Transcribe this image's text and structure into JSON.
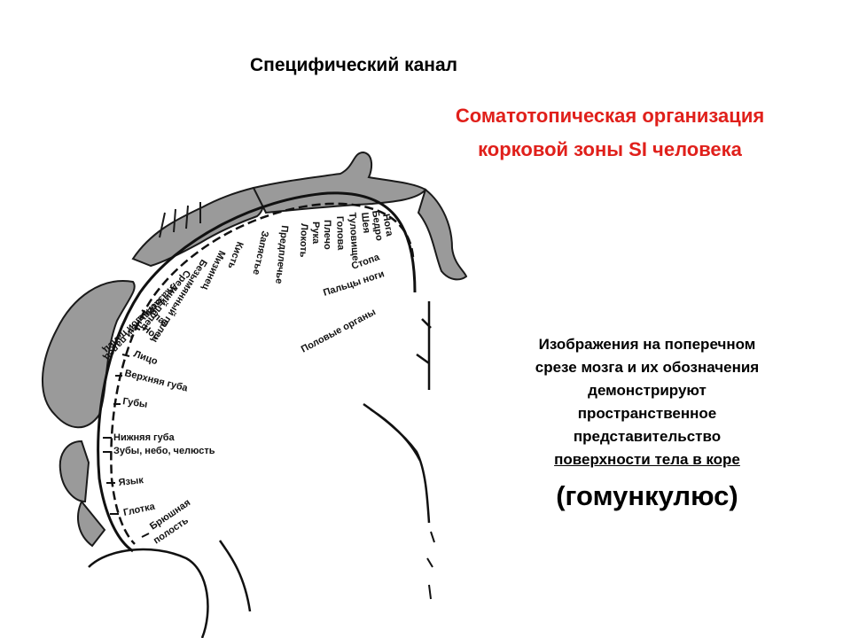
{
  "title": "Специфический канал",
  "subtitle": {
    "line1": "Соматотопическая организация",
    "line2": "корковой зоны SI человека",
    "color": "#e0201b"
  },
  "description": {
    "lines": [
      "Изображения на поперечном",
      "срезе мозга и их обозначения",
      "демонстрируют",
      "пространственное",
      "представительство"
    ],
    "underlined": "поверхности тела в коре",
    "emphasis": "(гомункулюс)"
  },
  "diagram": {
    "labels": {
      "foot": "Стопа",
      "toes": "Пальцы ноги",
      "genitals": "Половые органы",
      "leg": "Нога",
      "thigh": "Бедро",
      "trunk": "Туловище",
      "neck": "Шея",
      "head": "Голова",
      "shoulder": "Плечо",
      "arm": "Рука",
      "elbow": "Локоть",
      "forearm": "Предплечье",
      "wrist": "Запястье",
      "hand": "Кисть",
      "little_finger": "Мизинец",
      "ring_finger": "Безымянный палец",
      "middle_finger": "Средний палец",
      "index_finger": "Указательный палец",
      "thumb": "Большой палец",
      "eye": "Глаз",
      "nose": "Нос",
      "face": "Лицо",
      "upper_lip": "Верхняя губа",
      "lips": "Губы",
      "lower_lip": "Нижняя губа",
      "teeth": "Зубы, небо, челюсть",
      "tongue": "Язык",
      "pharynx": "Глотка",
      "abdomen_1": "Брюшная",
      "abdomen_2": "полость"
    }
  }
}
